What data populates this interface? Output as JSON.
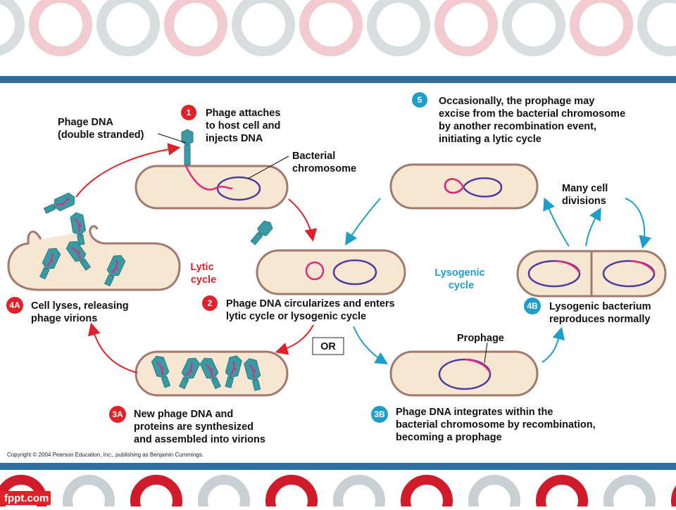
{
  "labels": {
    "phage_dna": [
      "Phage DNA",
      "(double stranded)"
    ],
    "bacterial_chromosome": [
      "Bacterial",
      "chromosome"
    ],
    "many_cell_divisions": [
      "Many cell",
      "divisions"
    ],
    "lytic_cycle": [
      "Lytic",
      "cycle"
    ],
    "lysogenic_cycle": [
      "Lysogenic",
      "cycle"
    ],
    "or": "OR",
    "prophage": "Prophage"
  },
  "steps": {
    "s1": {
      "num": "1",
      "lines": [
        "Phage attaches",
        "to host cell and",
        "injects DNA"
      ]
    },
    "s2": {
      "num": "2",
      "lines": [
        "Phage DNA circularizes and enters",
        "lytic cycle or lysogenic cycle"
      ]
    },
    "s3a": {
      "num": "3A",
      "lines": [
        "New phage DNA and",
        "proteins are synthesized",
        "and assembled into virions"
      ]
    },
    "s4a": {
      "num": "4A",
      "lines": [
        "Cell lyses, releasing",
        "phage virions"
      ]
    },
    "s3b": {
      "num": "3B",
      "lines": [
        "Phage DNA integrates within the",
        "bacterial chromosome by recombination,",
        "becoming a prophage"
      ]
    },
    "s4b": {
      "num": "4B",
      "lines": [
        "Lysogenic bacterium",
        "reproduces normally"
      ]
    },
    "s5": {
      "num": "5",
      "lines": [
        "Occasionally, the prophage may",
        "excise from the bacterial chromosome",
        "by another recombination event,",
        "initiating a lytic cycle"
      ]
    }
  },
  "copyright": "Copyright © 2004 Pearson Education, Inc., publishing as Benjamin Cummings.",
  "watermark": "fppt.com",
  "colors": {
    "lytic": "#e22028",
    "lysogenic": "#1f9ec9",
    "band": "#2e6f9e",
    "cell_fill": "#f7e7d2",
    "cell_stroke": "#a07a6e",
    "chromosome": "#4b3d9e",
    "phage_dna": "#e0287f",
    "phage": "#3a9aa3",
    "ring_red": "#f2cbd0",
    "ring_gray": "#d8dde0"
  }
}
